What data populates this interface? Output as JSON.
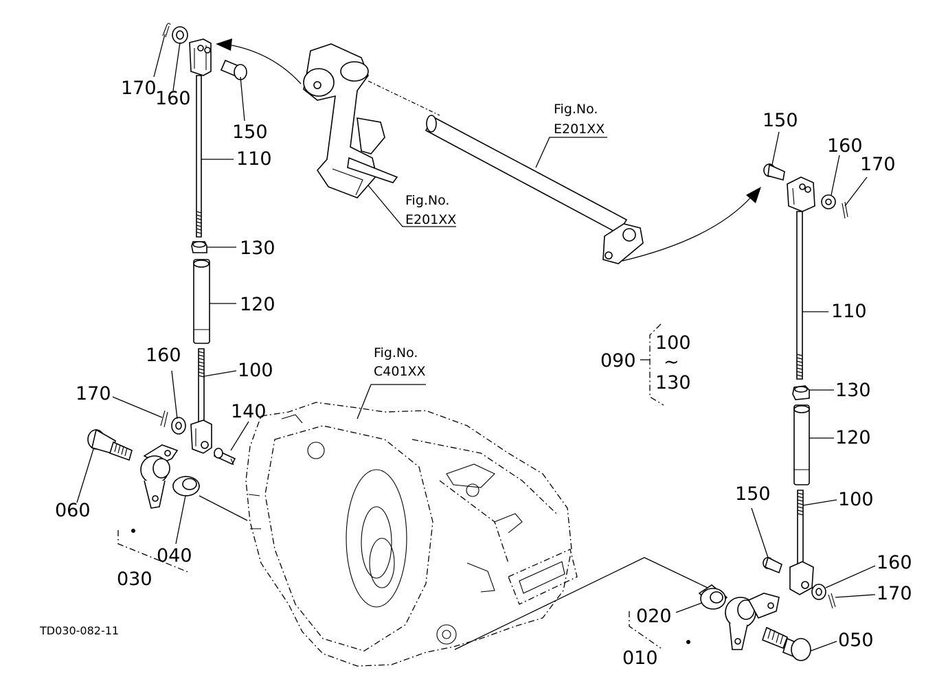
{
  "figure_code": "TD030-082-11",
  "fig_refs": {
    "fig_label": "Fig.No.",
    "pedal": "E201XX",
    "shaft": "E201XX",
    "housing": "C401XX"
  },
  "left_assembly": {
    "p170_top": "170",
    "p160_top": "160",
    "p150_top": "150",
    "p110": "110",
    "p130": "130",
    "p120": "120",
    "p160_bottom": "160",
    "p100": "100",
    "p170_bottom": "170",
    "p140": "140",
    "p060": "060",
    "p040": "040",
    "p030": "030"
  },
  "right_assembly": {
    "p150_top": "150",
    "p160_top": "160",
    "p170_top": "170",
    "p110": "110",
    "p130": "130",
    "p120": "120",
    "p150_bottom": "150",
    "p100": "100",
    "p160_bottom": "160",
    "p170_bottom": "170",
    "p020": "020",
    "p050": "050",
    "p010": "010"
  },
  "group": {
    "id": "090",
    "range_start": "100",
    "range_sep": "~",
    "range_end": "130"
  }
}
